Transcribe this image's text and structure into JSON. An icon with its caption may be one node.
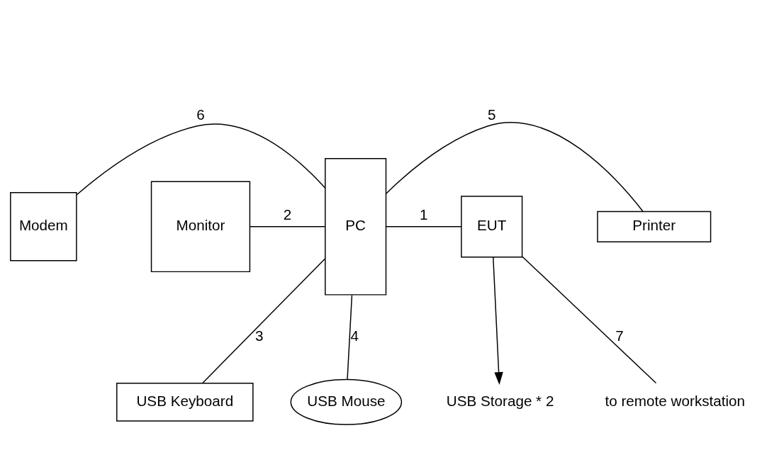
{
  "diagram": {
    "nodes": [
      {
        "text": [
          "Modem"
        ]
      },
      {
        "text": [
          "Monitor"
        ]
      },
      {
        "text": [
          "PC"
        ]
      },
      {
        "text": [
          "EUT"
        ]
      },
      {
        "text": [
          "Printer"
        ]
      },
      {
        "text": [
          "USB Storage * 2"
        ]
      },
      {
        "text": [
          "to remote workstation"
        ]
      },
      {
        "text": [
          "USB Keyboard"
        ]
      },
      {
        "text": [
          "USB Mouse"
        ]
      }
    ],
    "edges": [
      {
        "from": 2,
        "to": 0,
        "arrow": "none",
        "label": "6"
      },
      {
        "from": 2,
        "to": 1,
        "arrow": "none",
        "label": "2"
      },
      {
        "from": 2,
        "to": 3,
        "arrow": "none",
        "label": "1"
      },
      {
        "from": 2,
        "to": 4,
        "arrow": "none",
        "label": "5"
      },
      {
        "from": 3,
        "to": 6,
        "arrow": "none",
        "label": "7"
      },
      {
        "from": 3,
        "to": 5,
        "arrow": "to"
      },
      {
        "from": 2,
        "to": 7,
        "arrow": "none",
        "label": "3"
      },
      {
        "from": 2,
        "to": 8,
        "arrow": "none",
        "label": "4"
      }
    ]
  }
}
